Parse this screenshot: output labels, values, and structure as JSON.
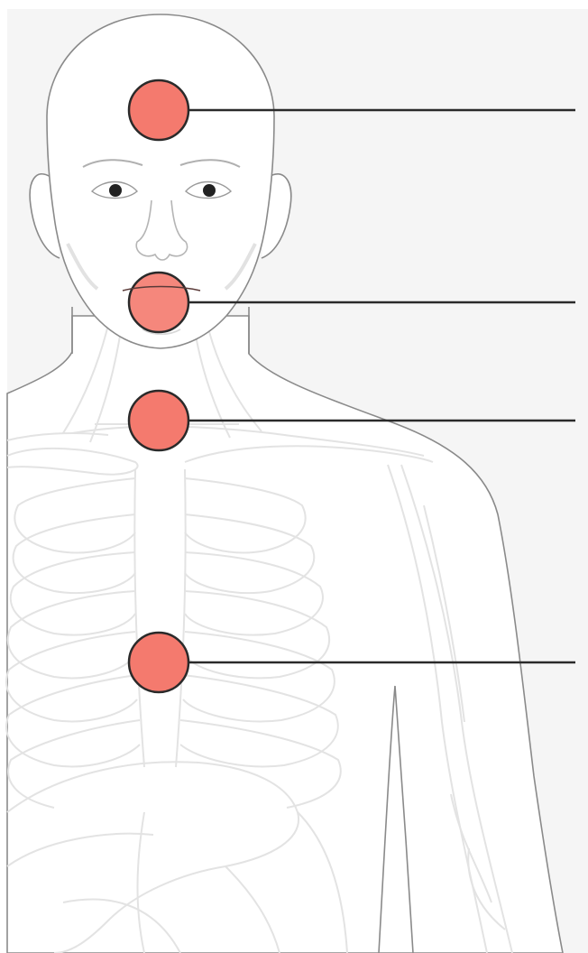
{
  "figure": {
    "colors": {
      "background": "#f5f5f5",
      "body_fill": "#ffffff",
      "body_outline": "#8a8a8a",
      "internal_lines": "#e3e3e3",
      "marker_fill": "#f47a6e",
      "marker_stroke": "#2a2a2a",
      "leader_line": "#2a2a2a",
      "eye": "#222222"
    },
    "markers": [
      {
        "name": "marker-head"
      },
      {
        "name": "marker-mouth"
      },
      {
        "name": "marker-throat"
      },
      {
        "name": "marker-chest"
      }
    ]
  }
}
